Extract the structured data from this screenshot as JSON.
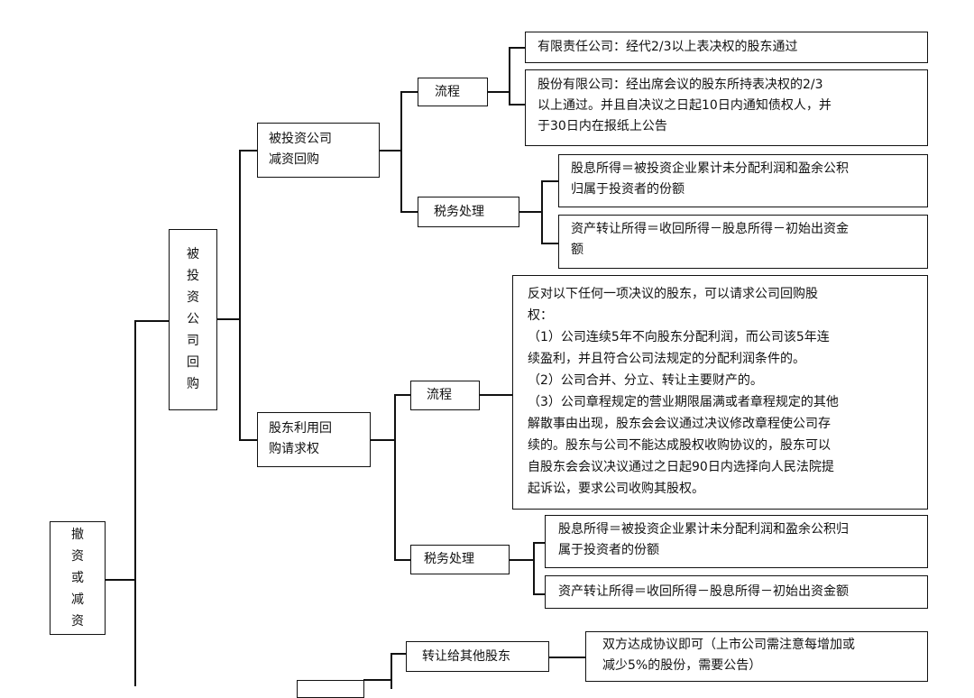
{
  "root": {
    "chars": [
      "撤",
      "资",
      "或",
      "减",
      "资"
    ]
  },
  "branch_buyback": {
    "chars": [
      "被",
      "投",
      "资",
      "公",
      "司",
      "回",
      "购"
    ],
    "invested_reduction": {
      "label_lines": [
        "被投资公司",
        "减资回购"
      ],
      "process": {
        "label": "流程",
        "items": [
          [
            "有限责任公司：经代2/3以上表决权的股东通过"
          ],
          [
            "股份有限公司：经出席会议的股东所持表决权的2/3",
            "以上通过。并且自决议之日起10日内通知债权人，并",
            "于30日内在报纸上公告"
          ]
        ]
      },
      "tax": {
        "label": "税务处理",
        "items": [
          [
            "股息所得＝被投资企业累计未分配利润和盈余公积",
            "归属于投资者的份额"
          ],
          [
            "资产转让所得＝收回所得－股息所得－初始出资金",
            "额"
          ]
        ]
      }
    },
    "shareholder_right": {
      "label_lines": [
        "股东利用回",
        "购请求权"
      ],
      "process": {
        "label": "流程",
        "text_lines": [
          "反对以下任何一项决议的股东，可以请求公司回购股",
          "权：",
          "（1）公司连续5年不向股东分配利润，而公司该5年连",
          "续盈利，并且符合公司法规定的分配利润条件的。",
          "（2）公司合并、分立、转让主要财产的。",
          "（3）公司章程规定的营业期限届满或者章程规定的其他",
          "解散事由出现，股东会会议通过决议修改章程使公司存",
          "续的。股东与公司不能达成股权收购协议的，股东可以",
          "自股东会会议决议通过之日起90日内选择向人民法院提",
          "起诉讼，要求公司收购其股权。"
        ]
      },
      "tax": {
        "label": "税务处理",
        "items": [
          [
            "股息所得＝被投资企业累计未分配利润和盈余公积归",
            "属于投资者的份额"
          ],
          [
            "资产转让所得＝收回所得－股息所得－初始出资金额"
          ]
        ]
      }
    }
  },
  "branch_transfer": {
    "to_other_shareholders": {
      "label": "转让给其他股东",
      "detail_lines": [
        "双方达成协议即可（上市公司需注意每增加或",
        "减少5%的股份，需要公告）"
      ]
    }
  }
}
